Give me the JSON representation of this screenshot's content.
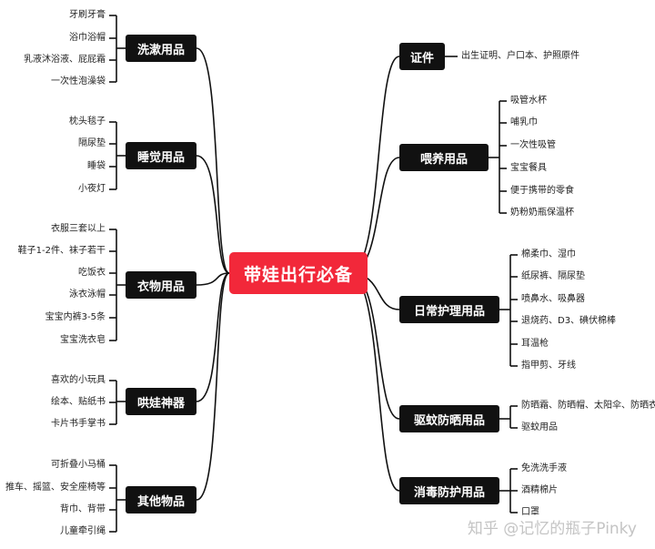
{
  "center": {
    "label": "带娃出行必备"
  },
  "left": [
    {
      "label": "洗漱用品",
      "items": [
        "牙刷牙膏",
        "浴巾浴帽",
        "乳液沐浴液、屁屁霜",
        "一次性泡澡袋"
      ]
    },
    {
      "label": "睡觉用品",
      "items": [
        "枕头毯子",
        "隔尿垫",
        "睡袋",
        "小夜灯"
      ]
    },
    {
      "label": "衣物用品",
      "items": [
        "衣服三套以上",
        "鞋子1-2件、袜子若干",
        "吃饭衣",
        "泳衣泳帽",
        "宝宝内裤3-5条",
        "宝宝洗衣皂"
      ]
    },
    {
      "label": "哄娃神器",
      "items": [
        "喜欢的小玩具",
        "绘本、贴纸书",
        "卡片书手掌书"
      ]
    },
    {
      "label": "其他物品",
      "items": [
        "可折叠小马桶",
        "推车、摇篮、安全座椅等",
        "背巾、背带",
        "儿童牵引绳"
      ]
    }
  ],
  "right": [
    {
      "label": "证件",
      "items": [
        "出生证明、户口本、护照原件"
      ]
    },
    {
      "label": "喂养用品",
      "items": [
        "吸管水杯",
        "哺乳巾",
        "一次性吸管",
        "宝宝餐具",
        "便于携带的零食",
        "奶粉奶瓶保温杯"
      ]
    },
    {
      "label": "日常护理用品",
      "items": [
        "棉柔巾、湿巾",
        "纸尿裤、隔尿垫",
        "喷鼻水、吸鼻器",
        "退烧药、D3、碘伏棉棒",
        "耳温枪",
        "指甲剪、牙线"
      ]
    },
    {
      "label": "驱蚊防晒用品",
      "items": [
        "防晒霜、防晒帽、太阳伞、防晒衣",
        "驱蚊用品"
      ]
    },
    {
      "label": "消毒防护用品",
      "items": [
        "免洗洗手液",
        "酒精棉片",
        "口罩"
      ]
    }
  ],
  "watermark": "知乎 @记忆的瓶子Pinky"
}
